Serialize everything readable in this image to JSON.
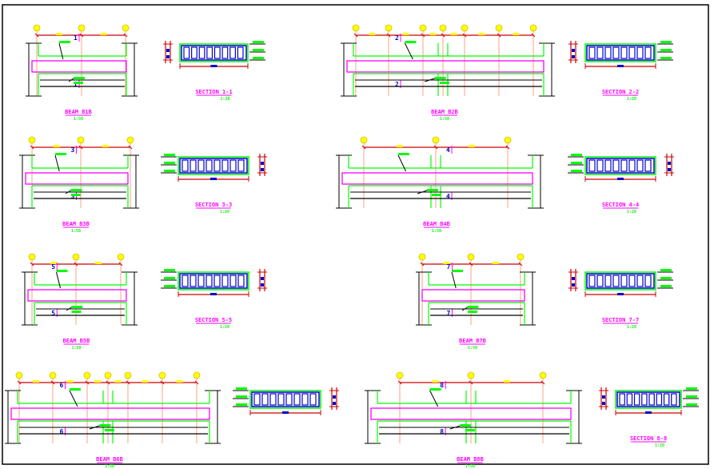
{
  "drawing": {
    "colors": {
      "frame": "#000000",
      "beam_outline": "#ff00ff",
      "concrete": "#00ff00",
      "dimension": "#cc0000",
      "grid_bubble": "#ffff00",
      "grid_line": "#ffa080",
      "stirrup": "#0000cc",
      "rebar_black": "#000000",
      "annotation": "#00ff00",
      "title": "#ff00ff",
      "section_mark": "#0000cc"
    },
    "beams": [
      {
        "id": "b1",
        "title": "BEAM B1B",
        "scale": "1:50",
        "section_mark": "1",
        "spans": 2
      },
      {
        "id": "b2",
        "title": "BEAM B2B",
        "scale": "1:50",
        "section_mark": "2",
        "spans": 6
      },
      {
        "id": "b3",
        "title": "BEAM B3B",
        "scale": "1:50",
        "section_mark": "3",
        "spans": 2
      },
      {
        "id": "b4",
        "title": "BEAM B4B",
        "scale": "1:50",
        "section_mark": "4",
        "spans": 2
      },
      {
        "id": "b5",
        "title": "BEAM B5B",
        "scale": "1:50",
        "section_mark": "5",
        "spans": 2
      },
      {
        "id": "b7",
        "title": "BEAM B7B",
        "scale": "1:50",
        "section_mark": "7",
        "spans": 2
      },
      {
        "id": "b6",
        "title": "BEAM B6B",
        "scale": "1:50",
        "section_mark": "6",
        "spans": 6
      },
      {
        "id": "b8",
        "title": "BEAM B8B",
        "scale": "1:50",
        "section_mark": "8",
        "spans": 2
      }
    ],
    "sections": [
      {
        "id": "s1",
        "title": "SECTION 1-1",
        "scale": "1:20"
      },
      {
        "id": "s2",
        "title": "SECTION 2-2",
        "scale": "1:20"
      },
      {
        "id": "s3",
        "title": "SECTION 3-3",
        "scale": "1:20"
      },
      {
        "id": "s4",
        "title": "SECTION 4-4",
        "scale": "1:20"
      },
      {
        "id": "s5",
        "title": "SECTION 5-5",
        "scale": "1:20"
      },
      {
        "id": "s7",
        "title": "SECTION 7-7",
        "scale": "1:20"
      },
      {
        "id": "s6",
        "title": "",
        "scale": ""
      },
      {
        "id": "s8",
        "title": "SECTION 8-8",
        "scale": "1:20"
      }
    ]
  }
}
